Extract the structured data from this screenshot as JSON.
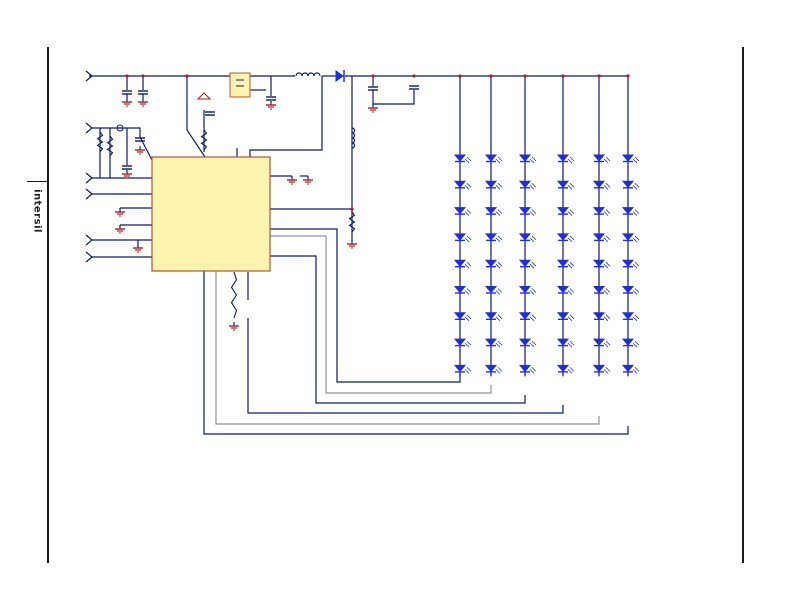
{
  "brand": {
    "logo_text": "intersil"
  },
  "schematic": {
    "led_columns": 6,
    "leds_per_column": 9,
    "colors": {
      "wire": "#0b1a6e",
      "return_wire": "#8a8fa8",
      "ground": "#b01c1c",
      "ic_fill": "#fff3b0",
      "ic_border": "#b5552a",
      "led": "#1f2fd8",
      "junction": "#c01818",
      "page_rule": "#1a1a1a"
    },
    "icons": {
      "input_arrow": "input-arrow-icon",
      "ground": "ground-symbol-icon",
      "capacitor": "capacitor-icon",
      "inductor": "inductor-icon",
      "diode": "diode-icon",
      "led": "led-icon",
      "mosfet": "mosfet-icon",
      "resistor": "resistor-icon",
      "ic": "controller-ic-icon"
    }
  }
}
